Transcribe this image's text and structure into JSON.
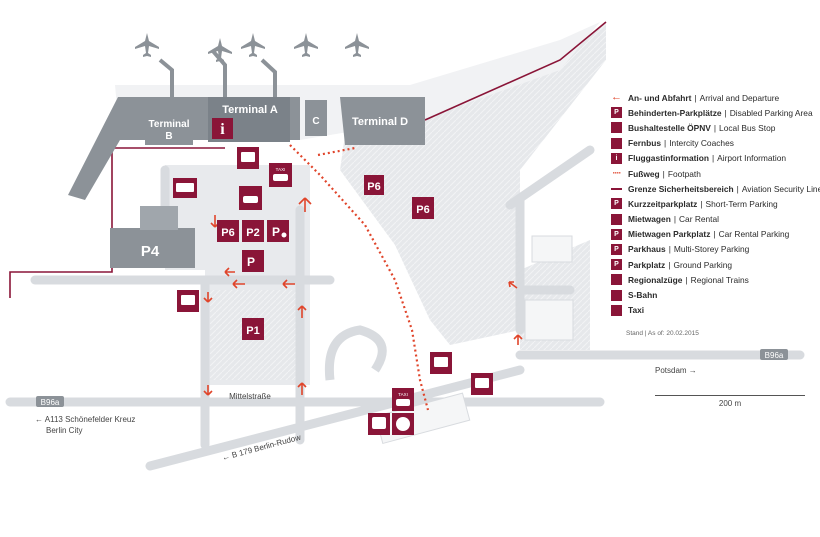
{
  "map": {
    "terminals": {
      "a": "Terminal A",
      "b_line1": "Terminal",
      "b_line2": "B",
      "c": "C",
      "d": "Terminal D"
    },
    "parking": {
      "p1": "P1",
      "p2": "P2",
      "p4": "P4",
      "p6": "P6"
    },
    "roads": {
      "b96a_left": "B96a",
      "b96a_right": "B96a",
      "mittelstrasse": "Mittelstraße",
      "b179": "← B 179 Berlin-Rudow",
      "a113_line1": "← A113 Schönefelder Kreuz",
      "a113_line2": "Berlin City",
      "potsdam": "Potsdam →"
    },
    "taxi_text": "TAXI",
    "info_text": "i"
  },
  "legend": {
    "items": [
      {
        "icon": "arrow-left-icon",
        "de": "An- und Abfahrt",
        "en": "Arrival and Departure"
      },
      {
        "icon": "disabled-parking-icon",
        "de": "Behinderten-Parkplätze",
        "en": "Disabled Parking Area"
      },
      {
        "icon": "bus-icon",
        "de": "Bushaltestelle ÖPNV",
        "en": "Local Bus Stop"
      },
      {
        "icon": "coach-icon",
        "de": "Fernbus",
        "en": "Intercity Coaches"
      },
      {
        "icon": "info-icon",
        "de": "Fluggastinformation",
        "en": "Airport Information"
      },
      {
        "icon": "footpath-icon",
        "de": "Fußweg",
        "en": "Footpath"
      },
      {
        "icon": "security-line-icon",
        "de": "Grenze Sicherheitsbereich",
        "en": "Aviation Security Line"
      },
      {
        "icon": "short-term-parking-icon",
        "de": "Kurzzeitparkplatz",
        "en": "Short-Term Parking"
      },
      {
        "icon": "car-rental-icon",
        "de": "Mietwagen",
        "en": "Car Rental"
      },
      {
        "icon": "car-rental-parking-icon",
        "de": "Mietwagen Parkplatz",
        "en": "Car Rental Parking"
      },
      {
        "icon": "multi-storey-parking-icon",
        "de": "Parkhaus",
        "en": "Multi-Storey Parking"
      },
      {
        "icon": "ground-parking-icon",
        "de": "Parkplatz",
        "en": "Ground Parking"
      },
      {
        "icon": "regional-train-icon",
        "de": "Regionalzüge",
        "en": "Regional Trains"
      },
      {
        "icon": "s-bahn-icon",
        "de": "S-Bahn",
        "en": ""
      },
      {
        "icon": "taxi-icon",
        "de": "Taxi",
        "en": ""
      }
    ],
    "stand": "Stand | As of: 20.02.2015"
  },
  "scale": {
    "label": "200 m"
  },
  "colors": {
    "building": "#8c9298",
    "building_dark": "#6e757c",
    "parking_area": "#e4e6e9",
    "road": "#dcdfe2",
    "accent": "#8a1538",
    "arrow": "#e0452b"
  }
}
